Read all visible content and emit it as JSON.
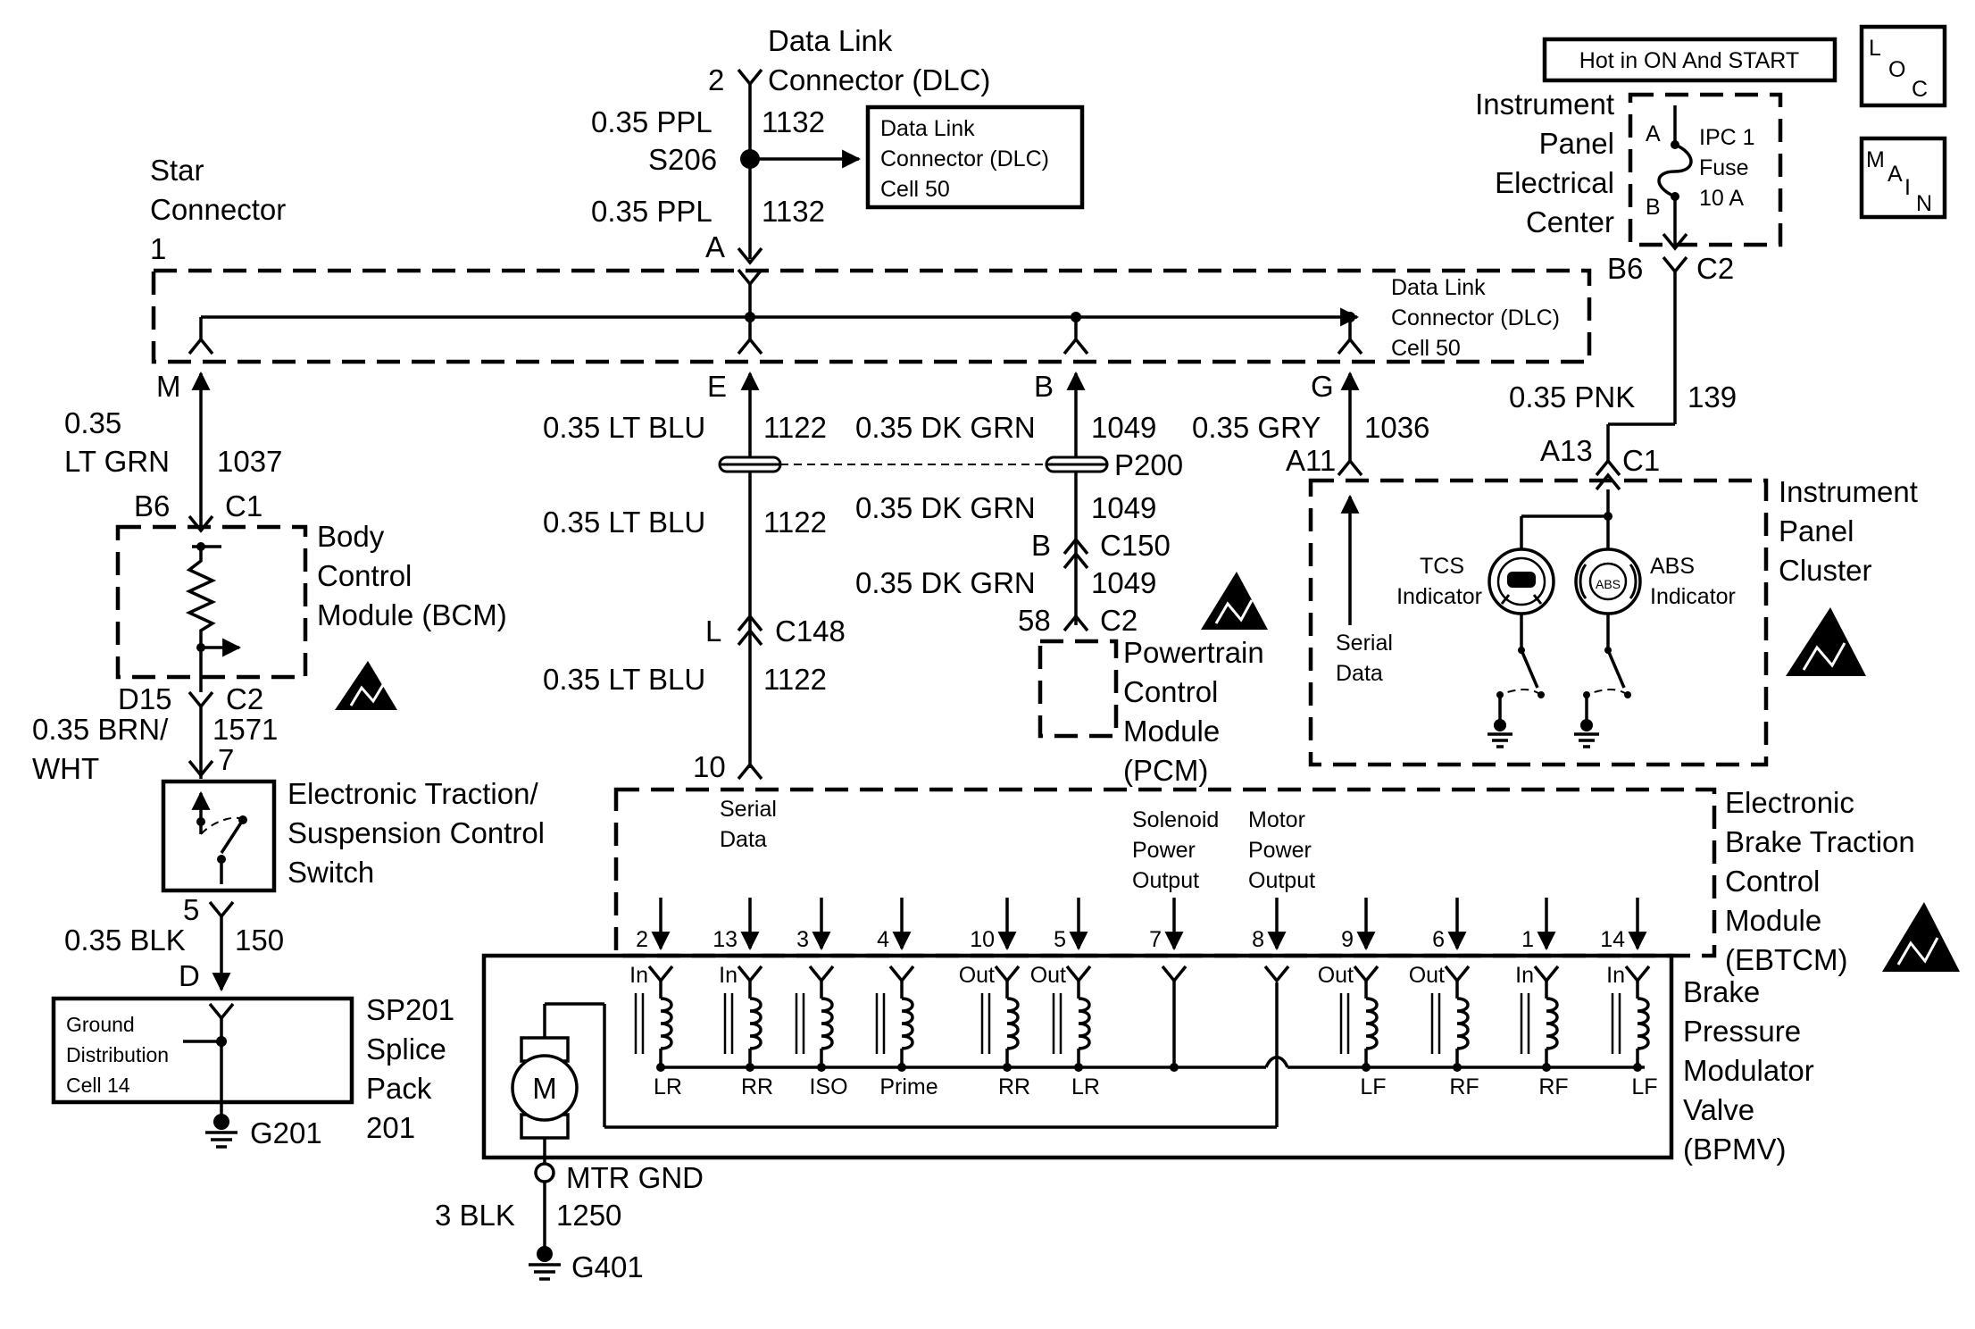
{
  "header": {
    "hot_box": "Hot in ON And START",
    "loc_icon": "loc-badge-icon",
    "main_icon": "main-badge-icon"
  },
  "labels": {
    "dlc_title_1": "Data Link",
    "dlc_title_2": "Connector (DLC)",
    "dlc_pin": "2",
    "ppl_upper": "0.35 PPL",
    "ppl_upper_ckt": "1132",
    "s206": "S206",
    "ppl_lower": "0.35 PPL",
    "ppl_lower_ckt": "1132",
    "pin_a_top": "A",
    "dlc_box_1": "Data Link",
    "dlc_box_2": "Connector (DLC)",
    "dlc_box_3": "Cell 50",
    "star_1": "Star",
    "star_2": "Connector",
    "star_3": "1",
    "dlc2_1": "Data Link",
    "dlc2_2": "Connector (DLC)",
    "dlc2_3": "Cell 50",
    "ipec_1": "Instrument",
    "ipec_2": "Panel",
    "ipec_3": "Electrical",
    "ipec_4": "Center",
    "fuse_a": "A",
    "fuse_b": "B",
    "fuse_1": "IPC 1",
    "fuse_2": "Fuse",
    "fuse_3": "10 A",
    "b6_top": "B6",
    "c2_top": "C2",
    "pin_m": "M",
    "pin_e": "E",
    "pin_b": "B",
    "pin_g": "G",
    "pnk": "0.35 PNK",
    "pnk_ckt": "139",
    "grn_1": "0.35",
    "grn_2": "LT GRN",
    "grn_ckt": "1037",
    "b6_bcm": "B6",
    "c1_bcm": "C1",
    "ltblu_1": "0.35 LT BLU",
    "ltblu_1_ckt": "1122",
    "dkgrn_1": "0.35 DK GRN",
    "dkgrn_1_ckt": "1049",
    "gry": "0.35 GRY",
    "gry_ckt": "1036",
    "a11": "A11",
    "a13": "A13",
    "c1_ipc": "C1",
    "p200": "P200",
    "ltblu_2": "0.35 LT BLU",
    "ltblu_2_ckt": "1122",
    "dkgrn_2": "0.35 DK GRN",
    "dkgrn_2_ckt": "1049",
    "pin_b_c150": "B",
    "c150": "C150",
    "dkgrn_3": "0.35 DK GRN",
    "dkgrn_3_ckt": "1049",
    "pin_58": "58",
    "c2_pcm": "C2",
    "pin_l": "L",
    "c148": "C148",
    "ltblu_3": "0.35 LT BLU",
    "ltblu_3_ckt": "1122",
    "bcm_1": "Body",
    "bcm_2": "Control",
    "bcm_3": "Module (BCM)",
    "d15": "D15",
    "c2_bcm": "C2",
    "brn_1": "0.35 BRN/",
    "brn_2": "WHT",
    "brn_ckt": "1571",
    "pin_7_sw": "7",
    "sw_1": "Electronic Traction/",
    "sw_2": "Suspension Control",
    "sw_3": "Switch",
    "pin_5": "5",
    "blk": "0.35 BLK",
    "blk_ckt": "150",
    "pin_d": "D",
    "gd_1": "Ground",
    "gd_2": "Distribution",
    "gd_3": "Cell 14",
    "sp_1": "SP201",
    "sp_2": "Splice",
    "sp_3": "Pack",
    "sp_4": "201",
    "g201": "G201",
    "pcm_1": "Powertrain",
    "pcm_2": "Control",
    "pcm_3": "Module",
    "pcm_4": "(PCM)",
    "ipc_1": "Instrument",
    "ipc_2": "Panel",
    "ipc_3": "Cluster",
    "tcs_1": "TCS",
    "tcs_2": "Indicator",
    "abs_1": "ABS",
    "abs_2": "Indicator",
    "abs_logo": "ABS",
    "ipc_sd_1": "Serial",
    "ipc_sd_2": "Data",
    "pin_10": "10",
    "eb_sd_1": "Serial",
    "eb_sd_2": "Data",
    "sol_1": "Solenoid",
    "sol_2": "Power",
    "sol_3": "Output",
    "mot_1": "Motor",
    "mot_2": "Power",
    "mot_3": "Output",
    "ebtcm_1": "Electronic",
    "ebtcm_2": "Brake Traction",
    "ebtcm_3": "Control",
    "ebtcm_4": "Module",
    "ebtcm_5": "(EBTCM)",
    "bpmv_1": "Brake",
    "bpmv_2": "Pressure",
    "bpmv_3": "Modulator",
    "bpmv_4": "Valve",
    "bpmv_5": "(BPMV)",
    "motor_m": "M",
    "mtr_gnd": "MTR GND",
    "blk3": "3 BLK",
    "blk3_ckt": "1250",
    "g401": "G401"
  },
  "ebtcm_pins": [
    {
      "pin": "2",
      "dir": "In",
      "name": "LR"
    },
    {
      "pin": "13",
      "dir": "In",
      "name": "RR"
    },
    {
      "pin": "3",
      "dir": "",
      "name": "ISO"
    },
    {
      "pin": "4",
      "dir": "",
      "name": "Prime"
    },
    {
      "pin": "10",
      "dir": "Out",
      "name": "RR"
    },
    {
      "pin": "5",
      "dir": "Out",
      "name": "LR"
    },
    {
      "pin": "7",
      "dir": "",
      "name": ""
    },
    {
      "pin": "8",
      "dir": "",
      "name": ""
    },
    {
      "pin": "9",
      "dir": "Out",
      "name": "LF"
    },
    {
      "pin": "6",
      "dir": "Out",
      "name": "RF"
    },
    {
      "pin": "1",
      "dir": "In",
      "name": "RF"
    },
    {
      "pin": "14",
      "dir": "In",
      "name": "LF"
    }
  ]
}
